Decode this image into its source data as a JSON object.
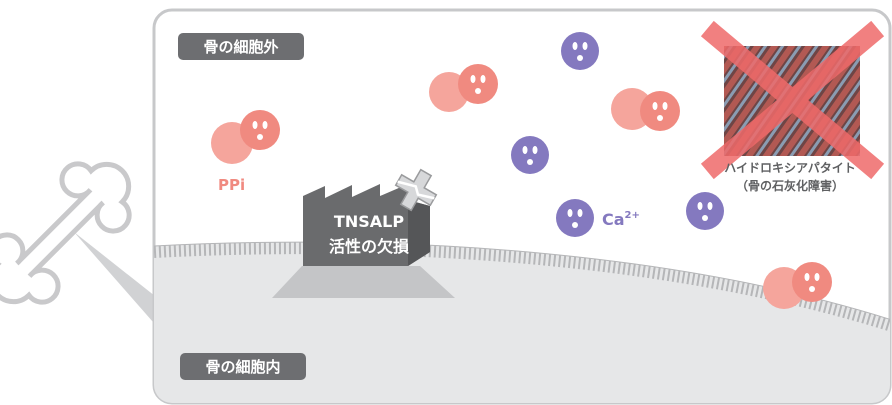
{
  "labels": {
    "outside": "骨の細胞外",
    "inside": "骨の細胞内",
    "ppi": "PPi",
    "calcium": "Ca",
    "calcium_charge": "2+",
    "tnsalp_line1": "TNSALP",
    "tnsalp_line2": "活性の欠損",
    "hydroxyapatite": "ハイドロキシアパタイト",
    "mineralization_note": "（骨の石灰化障害）"
  },
  "colors": {
    "ppi": "#f08a80",
    "calcium": "#8479bf",
    "cell_fill": "#e6e7e8",
    "frame": "#c7c8ca",
    "label_bg": "#6d6e71",
    "x_mark": "#ef6a6a",
    "factory": "#6a6b6d"
  },
  "icons": [
    "bone-icon",
    "ppi-molecule-icon",
    "calcium-ion-icon",
    "factory-icon",
    "broken-cross-icon",
    "x-mark-icon"
  ]
}
